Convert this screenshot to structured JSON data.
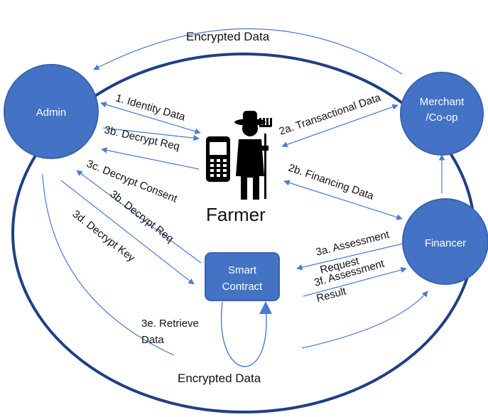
{
  "colors": {
    "node_fill": "#4472c4",
    "node_stroke": "#3a63ad",
    "ring": "#1f3f86",
    "arrow": "#4a7bd0",
    "ink": "#111111"
  },
  "icons": [
    "mobile-phone-icon",
    "farmer-with-pitchfork-icon"
  ],
  "top_label": "Encrypted Data",
  "bottom_label": "Encrypted Data",
  "nodes": {
    "admin": "Admin",
    "merchant_line1": "Merchant",
    "merchant_line2": "/Co-op",
    "financer": "Financer",
    "smart_contract_line1": "Smart",
    "smart_contract_line2": "Contract",
    "farmer": "Farmer"
  },
  "edges": {
    "identity_data": "1. Identity Data",
    "decrypt_req_admin": "3b. Decrypt Req",
    "decrypt_consent": "3c. Decrypt Consent",
    "decrypt_req_contract": "3b. Decrypt Req",
    "decrypt_key": "3d. Decrypt Key",
    "transactional_data": "2a. Transactional Data",
    "financing_data": "2b. Financing Data",
    "assessment_request_line1": "3a. Assessment",
    "assessment_request_line2": "Request",
    "assessment_result_line1": "3f. Assessment",
    "assessment_result_line2": "Result",
    "retrieve_data_line1": "3e. Retrieve",
    "retrieve_data_line2": "Data"
  }
}
